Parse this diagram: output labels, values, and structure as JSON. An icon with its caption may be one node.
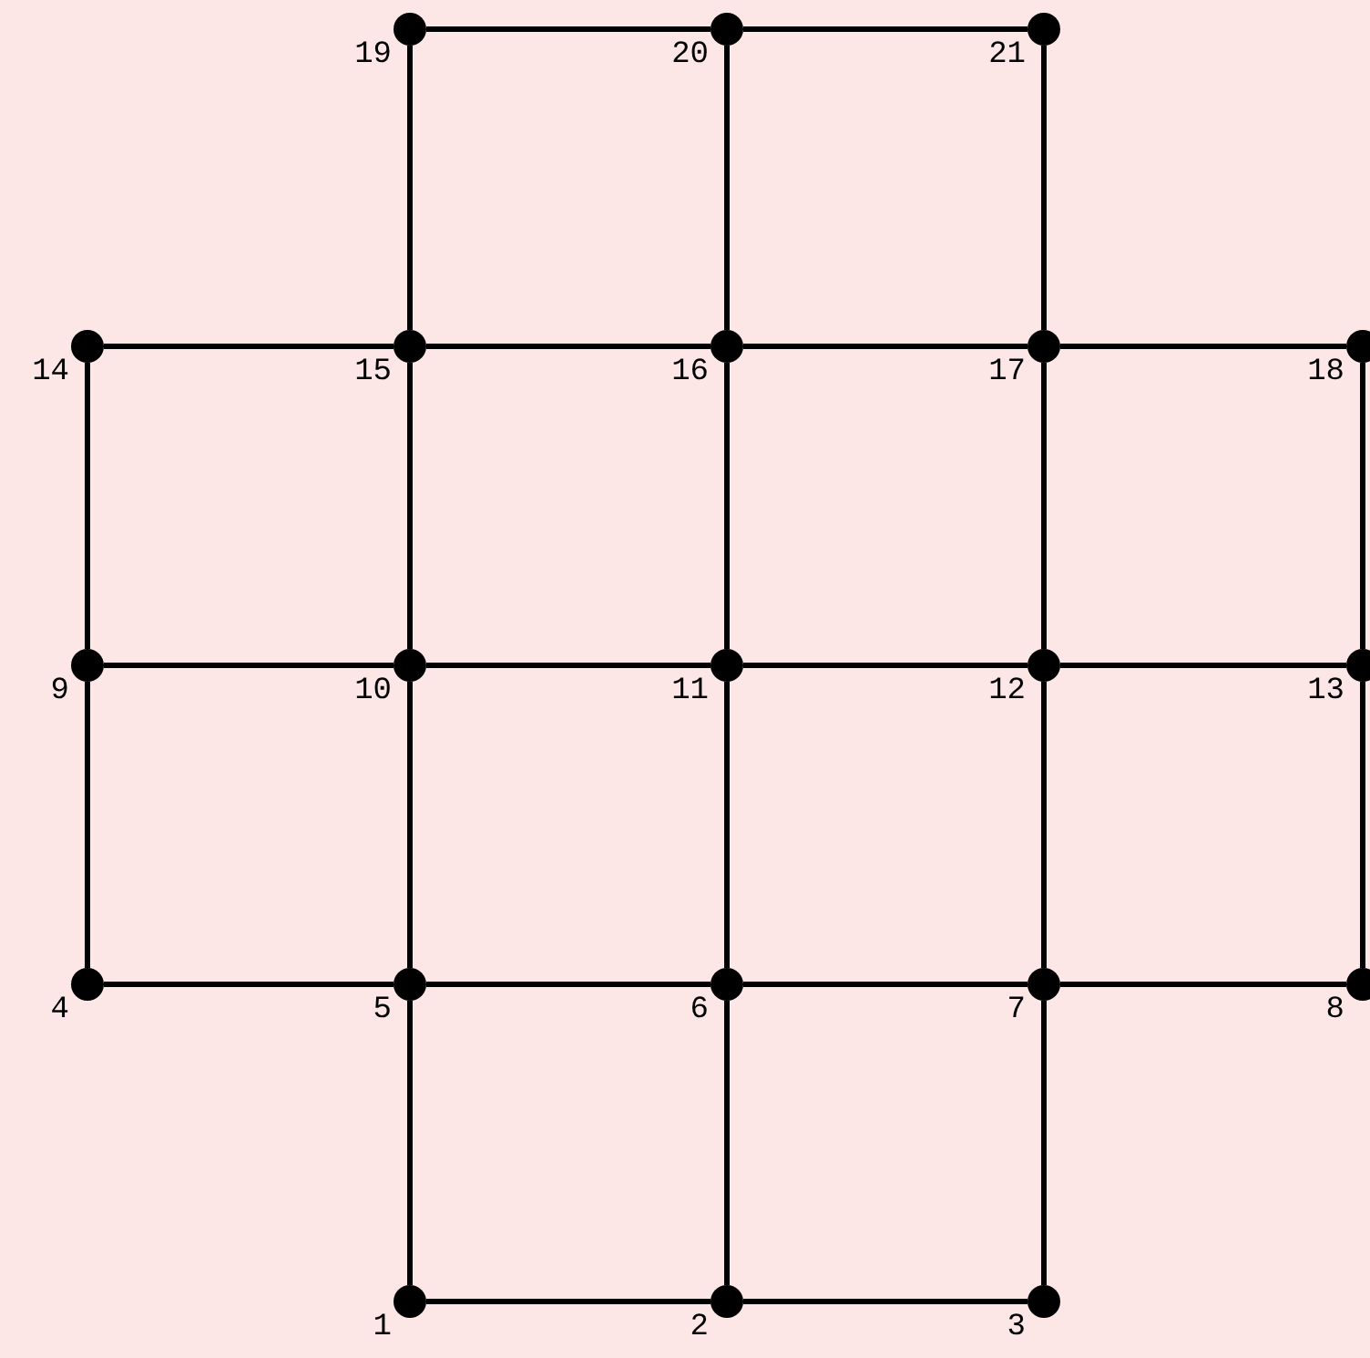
{
  "diagram": {
    "nodes": [
      {
        "text": [],
        "shape": "circle",
        "beside": [
          "19"
        ]
      },
      {
        "text": [],
        "shape": "circle",
        "beside": [
          "20"
        ]
      },
      {
        "text": [],
        "shape": "circle",
        "beside": [
          "21"
        ]
      },
      {
        "text": [],
        "shape": "circle",
        "beside": [
          "14"
        ]
      },
      {
        "text": [],
        "shape": "circle",
        "beside": [
          "15"
        ]
      },
      {
        "text": [],
        "shape": "circle",
        "beside": [
          "16"
        ]
      },
      {
        "text": [],
        "shape": "circle",
        "beside": [
          "17"
        ]
      },
      {
        "text": [],
        "shape": "circle",
        "beside": [
          "18"
        ]
      },
      {
        "text": [],
        "shape": "circle",
        "beside": [
          "9"
        ]
      },
      {
        "text": [],
        "shape": "circle",
        "beside": [
          "10"
        ]
      },
      {
        "text": [],
        "shape": "circle",
        "beside": [
          "11"
        ]
      },
      {
        "text": [],
        "shape": "circle",
        "beside": [
          "12"
        ]
      },
      {
        "text": [],
        "shape": "circle",
        "beside": [
          "13"
        ]
      },
      {
        "text": [],
        "shape": "circle",
        "beside": [
          "4"
        ]
      },
      {
        "text": [],
        "shape": "circle",
        "beside": [
          "5"
        ]
      },
      {
        "text": [],
        "shape": "circle",
        "beside": [
          "6"
        ]
      },
      {
        "text": [],
        "shape": "circle",
        "beside": [
          "7"
        ]
      },
      {
        "text": [],
        "shape": "circle",
        "beside": [
          "8"
        ]
      },
      {
        "text": [],
        "shape": "circle",
        "beside": [
          "1"
        ]
      },
      {
        "text": [],
        "shape": "circle",
        "beside": [
          "2"
        ]
      },
      {
        "text": [],
        "shape": "circle",
        "beside": [
          "3"
        ]
      }
    ],
    "edges": [
      {
        "from": 0,
        "to": 1,
        "arrow": "none"
      },
      {
        "from": 1,
        "to": 2,
        "arrow": "none"
      },
      {
        "from": 3,
        "to": 4,
        "arrow": "none"
      },
      {
        "from": 4,
        "to": 5,
        "arrow": "none"
      },
      {
        "from": 5,
        "to": 6,
        "arrow": "none"
      },
      {
        "from": 6,
        "to": 7,
        "arrow": "none"
      },
      {
        "from": 8,
        "to": 9,
        "arrow": "none"
      },
      {
        "from": 9,
        "to": 10,
        "arrow": "none"
      },
      {
        "from": 10,
        "to": 11,
        "arrow": "none"
      },
      {
        "from": 11,
        "to": 12,
        "arrow": "none"
      },
      {
        "from": 13,
        "to": 14,
        "arrow": "none"
      },
      {
        "from": 14,
        "to": 15,
        "arrow": "none"
      },
      {
        "from": 15,
        "to": 16,
        "arrow": "none"
      },
      {
        "from": 16,
        "to": 17,
        "arrow": "none"
      },
      {
        "from": 18,
        "to": 19,
        "arrow": "none"
      },
      {
        "from": 19,
        "to": 20,
        "arrow": "none"
      },
      {
        "from": 0,
        "to": 4,
        "arrow": "none"
      },
      {
        "from": 4,
        "to": 9,
        "arrow": "none"
      },
      {
        "from": 9,
        "to": 14,
        "arrow": "none"
      },
      {
        "from": 14,
        "to": 18,
        "arrow": "none"
      },
      {
        "from": 1,
        "to": 5,
        "arrow": "none"
      },
      {
        "from": 5,
        "to": 10,
        "arrow": "none"
      },
      {
        "from": 10,
        "to": 15,
        "arrow": "none"
      },
      {
        "from": 15,
        "to": 19,
        "arrow": "none"
      },
      {
        "from": 2,
        "to": 6,
        "arrow": "none"
      },
      {
        "from": 6,
        "to": 11,
        "arrow": "none"
      },
      {
        "from": 11,
        "to": 16,
        "arrow": "none"
      },
      {
        "from": 16,
        "to": 20,
        "arrow": "none"
      },
      {
        "from": 3,
        "to": 8,
        "arrow": "none"
      },
      {
        "from": 8,
        "to": 13,
        "arrow": "none"
      },
      {
        "from": 7,
        "to": 12,
        "arrow": "none"
      },
      {
        "from": 12,
        "to": 17,
        "arrow": "none"
      }
    ]
  }
}
